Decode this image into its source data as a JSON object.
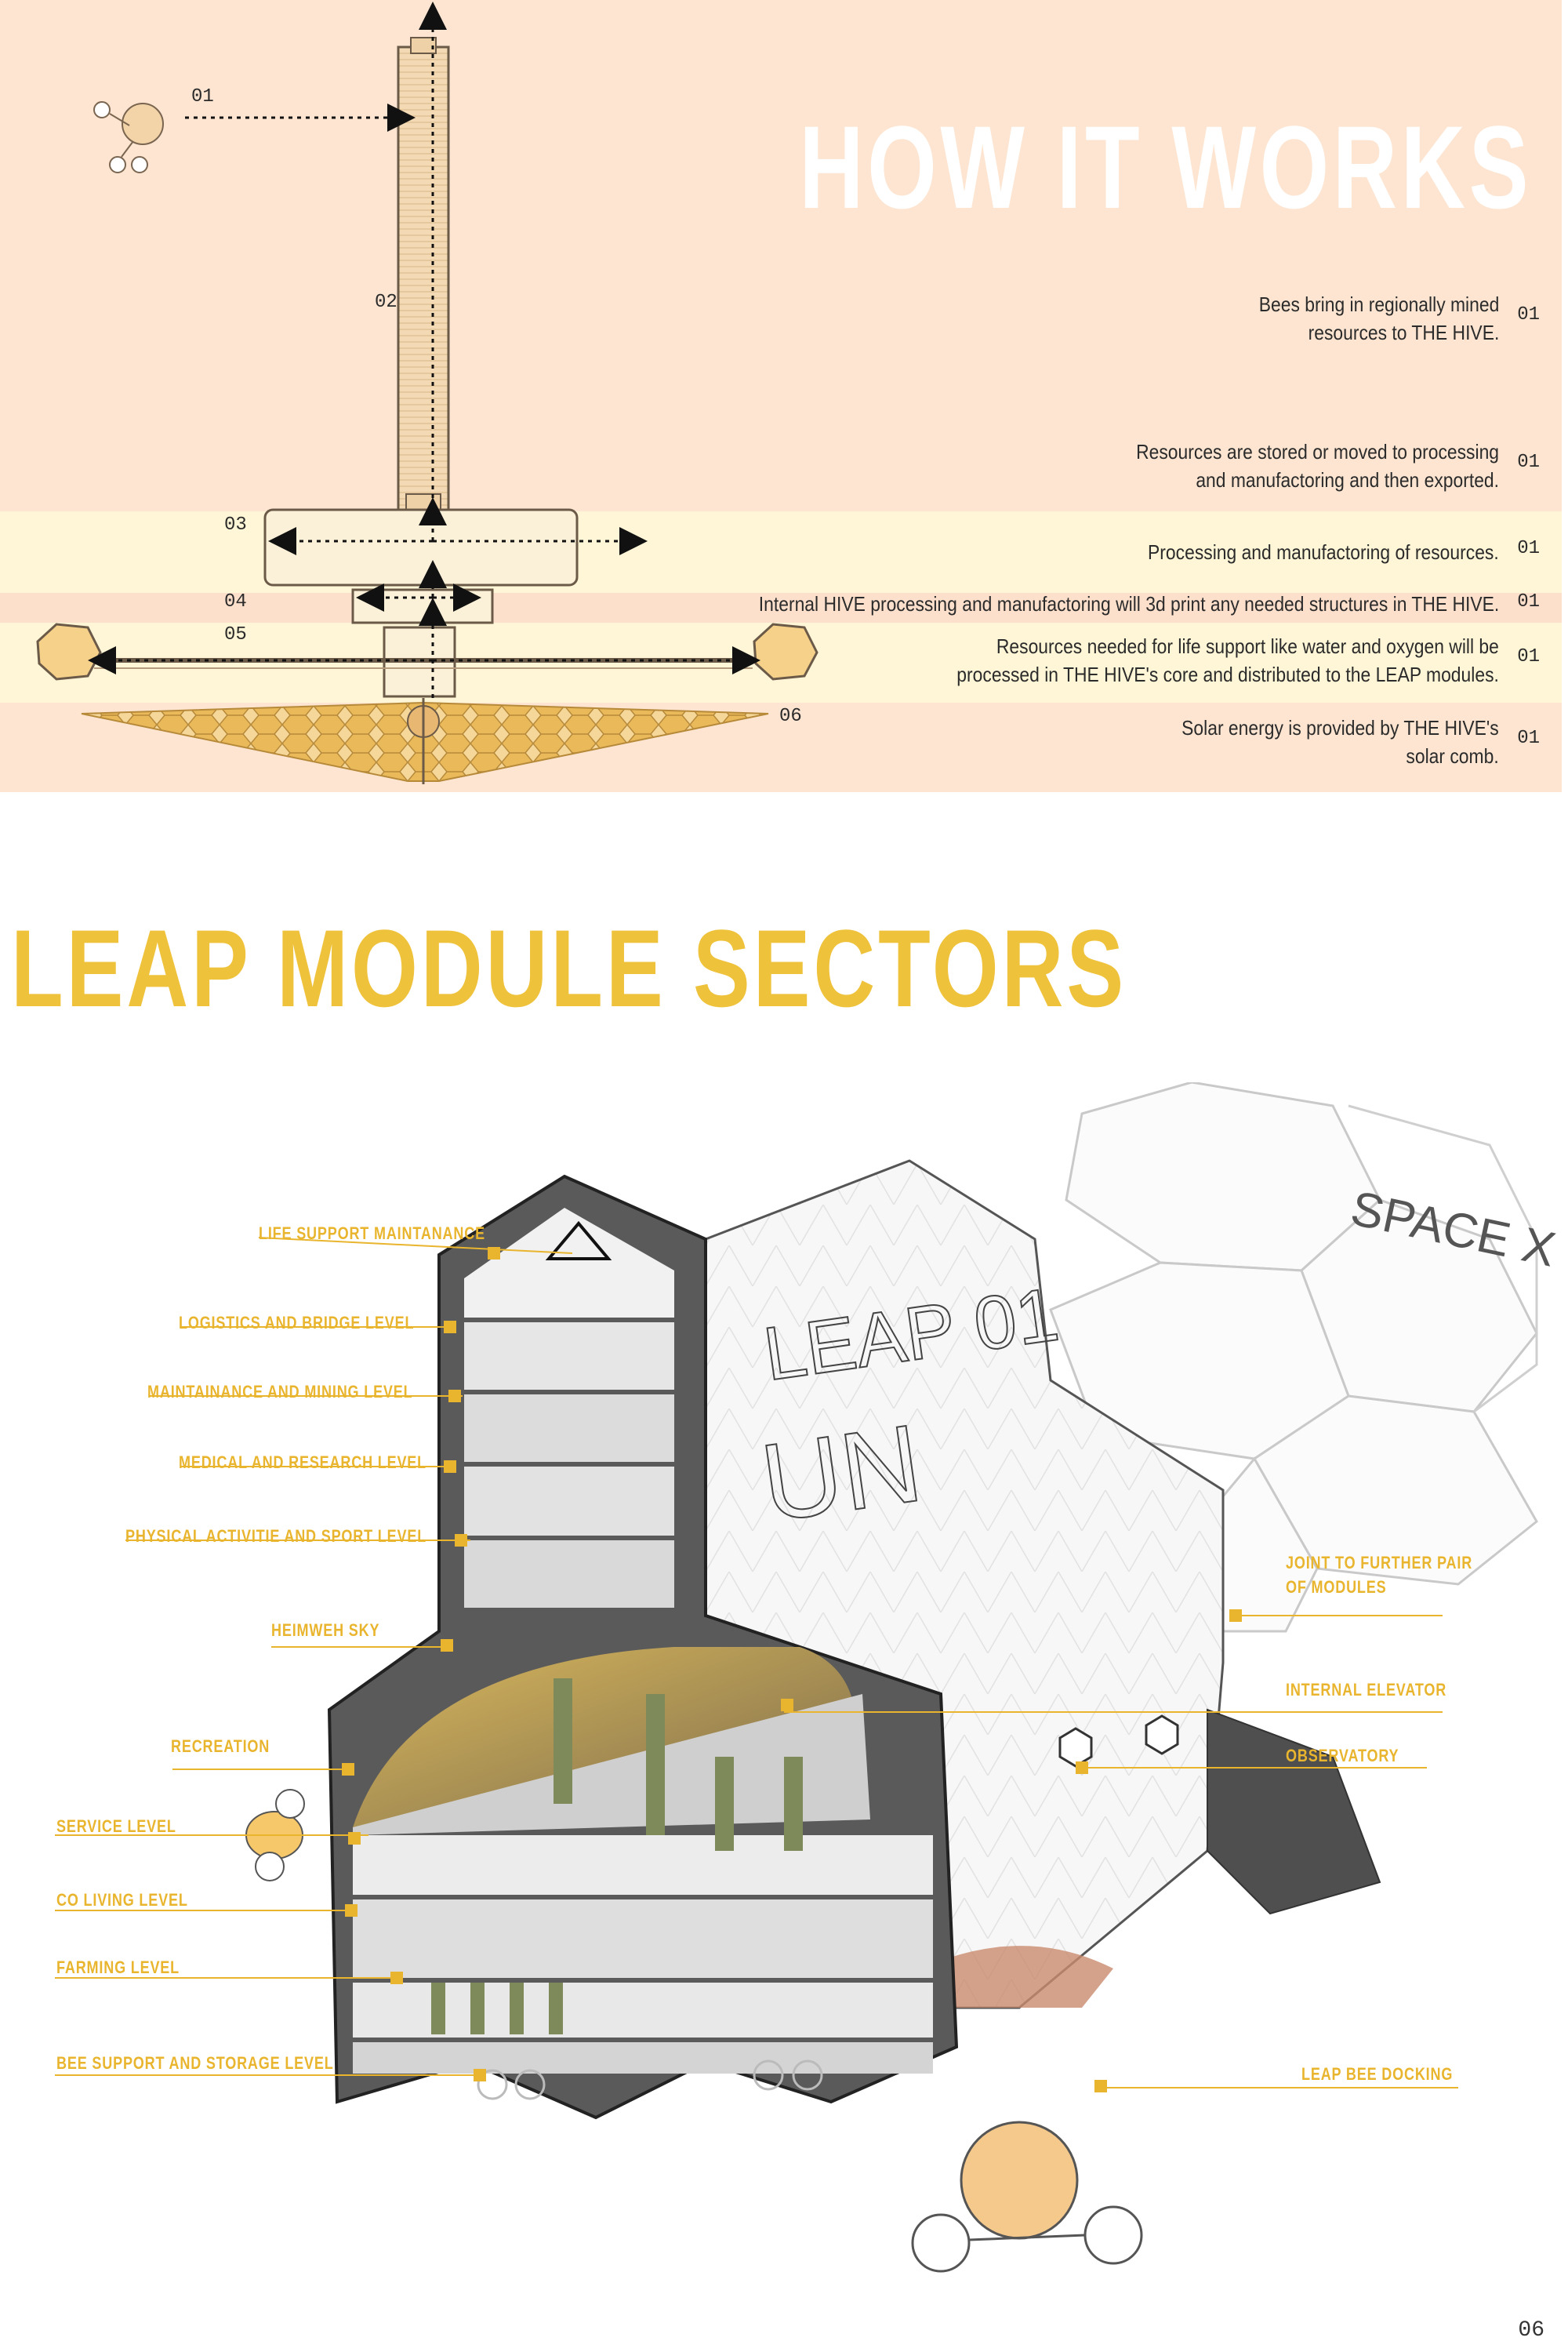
{
  "how_it_works": {
    "title": "HOW IT WORKS",
    "diagram_numbers": [
      "01",
      "02",
      "03",
      "04",
      "05",
      "06"
    ],
    "steps": [
      {
        "number": "01",
        "line1": "Bees bring in regionally mined",
        "line2": "resources to THE HIVE."
      },
      {
        "number": "01",
        "line1": "Resources are stored or moved to processing",
        "line2": "and manufactoring and then exported."
      },
      {
        "number": "01",
        "line1": "Processing and manufactoring of resources.",
        "line2": ""
      },
      {
        "number": "01",
        "line1": "Internal HIVE processing and manufactoring will 3d print any needed structures in THE HIVE.",
        "line2": ""
      },
      {
        "number": "01",
        "line1": "Resources needed for life support like water and oxygen will be",
        "line2": "processed in THE HIVE's core and distributed to the LEAP modules."
      },
      {
        "number": "01",
        "line1": "Solar energy is provided by THE HIVE's",
        "line2": "solar comb."
      }
    ]
  },
  "leap_sectors": {
    "title": "LEAP MODULE SECTORS",
    "module_marks": {
      "leap": "LEAP 01",
      "un": "UN",
      "spacex": "SPACE X"
    },
    "left_labels": [
      "LIFE SUPPORT MAINTANANCE",
      "LOGISTICS AND BRIDGE LEVEL",
      "MAINTAINANCE AND MINING LEVEL",
      "MEDICAL AND RESEARCH LEVEL",
      "PHYSICAL ACTIVITIE AND SPORT LEVEL",
      "HEIMWEH SKY",
      "RECREATION",
      "SERVICE LEVEL",
      "CO LIVING LEVEL",
      "FARMING LEVEL",
      "BEE SUPPORT AND STORAGE LEVEL"
    ],
    "right_labels": {
      "joint_line1": "JOINT TO FURTHER PAIR",
      "joint_line2": "OF MODULES",
      "elevator": "INTERNAL ELEVATOR",
      "observatory": "OBSERVATORY",
      "docking": "LEAP BEE DOCKING"
    }
  },
  "colors": {
    "panel": "#fde5d1",
    "band_light": "#fef6d6",
    "accent": "#efc23c",
    "label": "#e9b52e"
  },
  "page_number": "06"
}
